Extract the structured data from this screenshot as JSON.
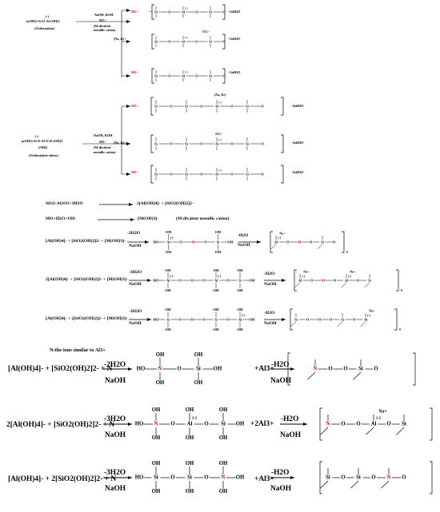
{
  "top_reaction": {
    "reactant_label": "n(OH)3-Si-O-Al-(OH)3",
    "reactant_charge": "(-)",
    "reactant_name": "(Orthosialate)",
    "cond1": "NaOH, KOH",
    "cond2": "M2+",
    "cond3": "(M:divalent",
    "cond4": "metallic cation)",
    "prod_a_water": "+3nH2O",
    "prod_b_prefix": "(Na, K)+",
    "prod_b_water": "+3nH2O",
    "prod_c_water": "+3nH2O",
    "m_label": "M2+"
  },
  "mid_reaction": {
    "reactant_label": "n(OH)3-Si-O-Al-O-Si-(OH)3",
    "reactant_sub": "(OH)2",
    "reactant_charge": "(-)",
    "reactant_name": "(Orthosialate-siloxo)",
    "cond1": "NaOH, KOH",
    "cond2": "M2+",
    "cond3": "(M:divalent",
    "cond4": "metallic cation)",
    "prod_a_water": "+4nH2O",
    "prod_a_top": "(Na, K)+",
    "prod_b_prefix": "(Na, K)+",
    "prod_b_water": "+4nH2O",
    "prod_c_water": "+4nH2O",
    "m_label": "M2+"
  },
  "equations": {
    "eq1": "SiO2·Al2O3+3H2O",
    "eq1_product": "2[Al(OH)4]- + [SiO2(OH)2]2-",
    "eq2": "MO+H2O+OH-",
    "eq2_product": "[M(OH)3]-",
    "eq2_note": "(M:divalent metallic cation)"
  },
  "rows_m": [
    {
      "reactants": "[Al(OH)4]- + [SiO2(OH)2]2- + [M(OH)3]-",
      "cond_top": "-2H2O",
      "cond_bot": "NaOH",
      "step2_top": "-H2O",
      "step2_bot": "NaOH"
    },
    {
      "reactants": "2[Al(OH)4]- + [SiO2(OH)2]2- + [M(OH)3]-",
      "cond_top": "-3H2O",
      "cond_bot": "NaOH",
      "step2_top": "-H2O",
      "step2_bot": "NaOH"
    },
    {
      "reactants": "[Al(OH)4]- + 2[SiO2(OH)2]2- + [M(OH)3]-",
      "cond_top": "-3H2O",
      "cond_bot": "NaOH",
      "step2_top": "-H2O",
      "step2_bot": "NaOH"
    }
  ],
  "n_title": "N:the ions similar to Al3+",
  "rows_n": [
    {
      "reactants": "[Al(OH)4]- + [SiO2(OH)2]2- + N",
      "cond_top": "-2H2O",
      "cond_bot": "NaOH",
      "extra": "+Al3+",
      "step2_top": "-H2O",
      "step2_bot": "NaOH"
    },
    {
      "reactants": "2[Al(OH)4]- + [SiO2(OH)2]2- + N",
      "cond_top": "-3H2O",
      "cond_bot": "NaOH",
      "extra": "+2Al3+",
      "step2_top": "-H2O",
      "step2_bot": "NaOH"
    },
    {
      "reactants": "[Al(OH)4]- + 2[SiO2(OH)2]2- + N",
      "cond_top": "-3H2O",
      "cond_bot": "NaOH",
      "extra": "+Al3+",
      "step2_top": "-H2O",
      "step2_bot": "NaOH"
    }
  ],
  "atoms": {
    "si": "Si",
    "al": "Al",
    "o": "O",
    "oh": "OH",
    "ho": "HO",
    "m": "M",
    "n": "N",
    "na": "Na+",
    "minus": "(-)",
    "sub_n": "n"
  },
  "colors": {
    "ink": "#000000",
    "metal": "#d40000"
  }
}
